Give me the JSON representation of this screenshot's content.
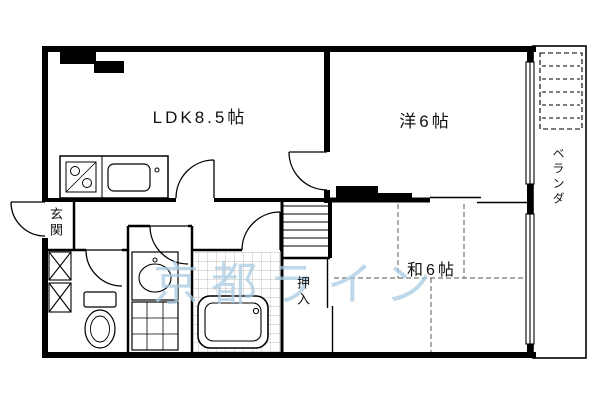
{
  "rooms": {
    "ldk": "LDK8.5帖",
    "western": "洋6帖",
    "japanese": "和6帖"
  },
  "spaces": {
    "entrance": "玄関",
    "closet": "押入",
    "veranda": "ベランダ"
  },
  "watermark": "京都ライン",
  "colors": {
    "wall": "#000000",
    "background": "#ffffff",
    "watermark": "#a9cbe3",
    "tatami_line": "#555555",
    "tile_line": "#aaaaaa"
  }
}
